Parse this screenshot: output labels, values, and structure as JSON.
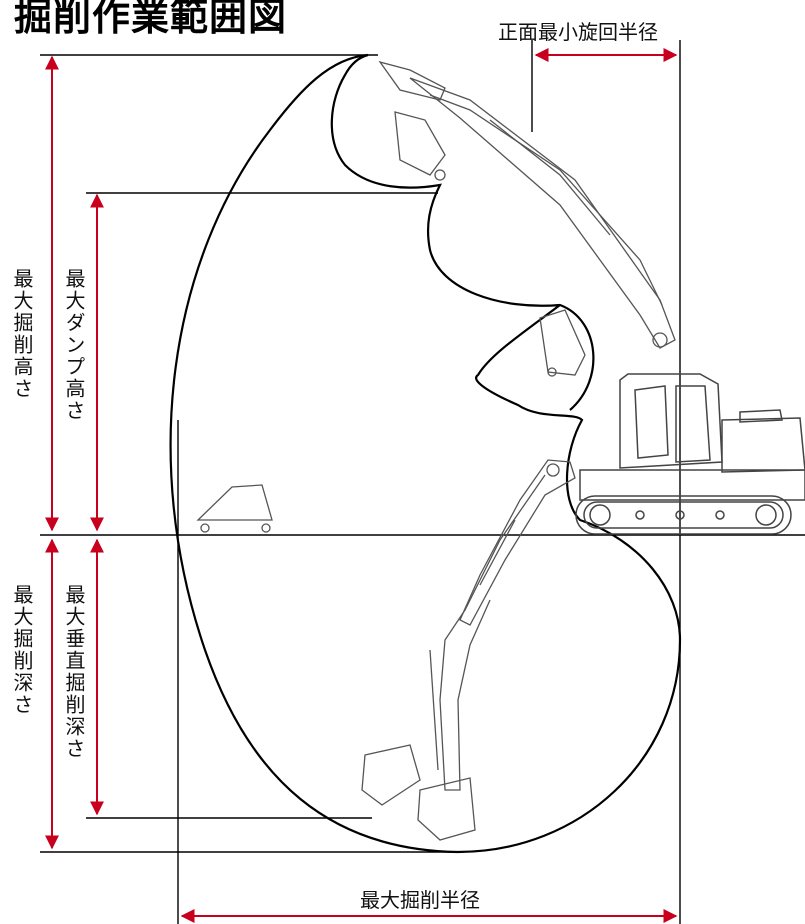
{
  "title": "掘削作業範囲図",
  "labels": {
    "front_min_swing_radius": "正面最小旋回半径",
    "max_dig_height": "最大掘削高さ",
    "max_dump_height": "最大ダンプ高さ",
    "max_dig_depth": "最大掘削深さ",
    "max_vertical_dig_depth": "最大垂直掘削深さ",
    "max_dig_radius": "最大掘削半径"
  },
  "colors": {
    "dimension_arrow": "#c8001e",
    "line": "#000000",
    "machine": "#444444"
  }
}
